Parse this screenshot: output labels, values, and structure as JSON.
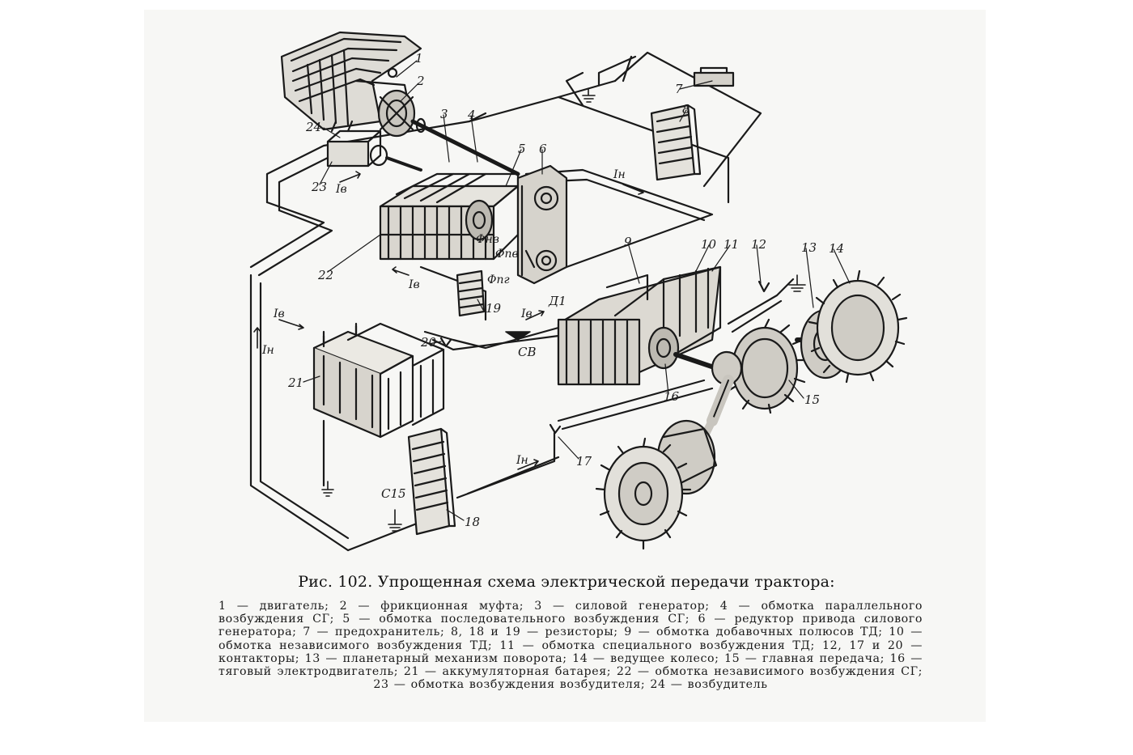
{
  "figure": {
    "caption_title": "Рис. 102. Упрощенная схема электрической передачи трактора:",
    "legend": "1 — двигатель; 2 — фрикционная муфта; 3 — силовой генератор; 4 — обмотка параллельного возбуждения СГ; 5 — обмотка последовательного возбуждения СГ; 6 — редуктор привода силового генератора; 7 — предохранитель; 8, 18 и 19 — резисторы; 9 — обмотка добавочных полюсов ТД; 10 — обмотка независимого возбуждения ТД; 11 — обмотка специального возбуждения ТД; 12, 17 и 20 — контакторы; 13 — планетарный механизм поворота; 14 — ведущее колесо; 15 — главная передача; 16 — тяговый электродвигатель; 21 — аккумуляторная батарея; 22 — обмотка независимого возбуждения СГ; 23 — обмотка возбуждения возбудителя; 24 — возбудитель"
  },
  "labels": {
    "n1": "1",
    "n2": "2",
    "n3": "3",
    "n4": "4",
    "n5": "5",
    "n6": "6",
    "n7": "7",
    "n8": "8",
    "n9": "9",
    "n10": "10",
    "n11": "11",
    "n12": "12",
    "n13": "13",
    "n14": "14",
    "n15": "15",
    "n16": "16",
    "n17": "17",
    "n18": "18",
    "n19": "19",
    "n20": "20",
    "n21": "21",
    "n22": "22",
    "n23": "23",
    "n24": "24",
    "c15": "С15",
    "cb": "СВ",
    "d1": "Д1"
  },
  "currents": {
    "iv": "Iв",
    "in": "Iн",
    "phi_nv": "Φнв",
    "phi_pv": "Φпв",
    "phi_nr": "Φпг"
  }
}
